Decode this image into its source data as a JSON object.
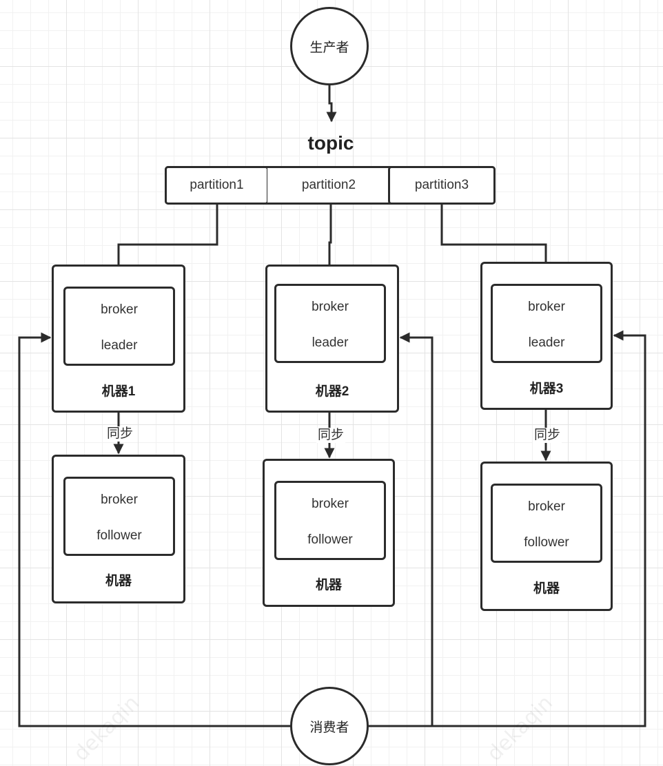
{
  "producer": "生产者",
  "consumer": "消费者",
  "topic": "topic",
  "partitions": [
    "partition1",
    "partition2",
    "partition3"
  ],
  "machines": [
    {
      "leader": {
        "line1": "broker",
        "line2": "leader",
        "label": "机器1"
      },
      "sync": "同步",
      "follower": {
        "line1": "broker",
        "line2": "follower",
        "label": "机器"
      }
    },
    {
      "leader": {
        "line1": "broker",
        "line2": "leader",
        "label": "机器2"
      },
      "sync": "同步",
      "follower": {
        "line1": "broker",
        "line2": "follower",
        "label": "机器"
      }
    },
    {
      "leader": {
        "line1": "broker",
        "line2": "leader",
        "label": "机器3"
      },
      "sync": "同步",
      "follower": {
        "line1": "broker",
        "line2": "follower",
        "label": "机器"
      }
    }
  ],
  "watermark": "dekaqin",
  "colors": {
    "stroke": "#2b2b2b",
    "grid": "#e3e3e3"
  }
}
